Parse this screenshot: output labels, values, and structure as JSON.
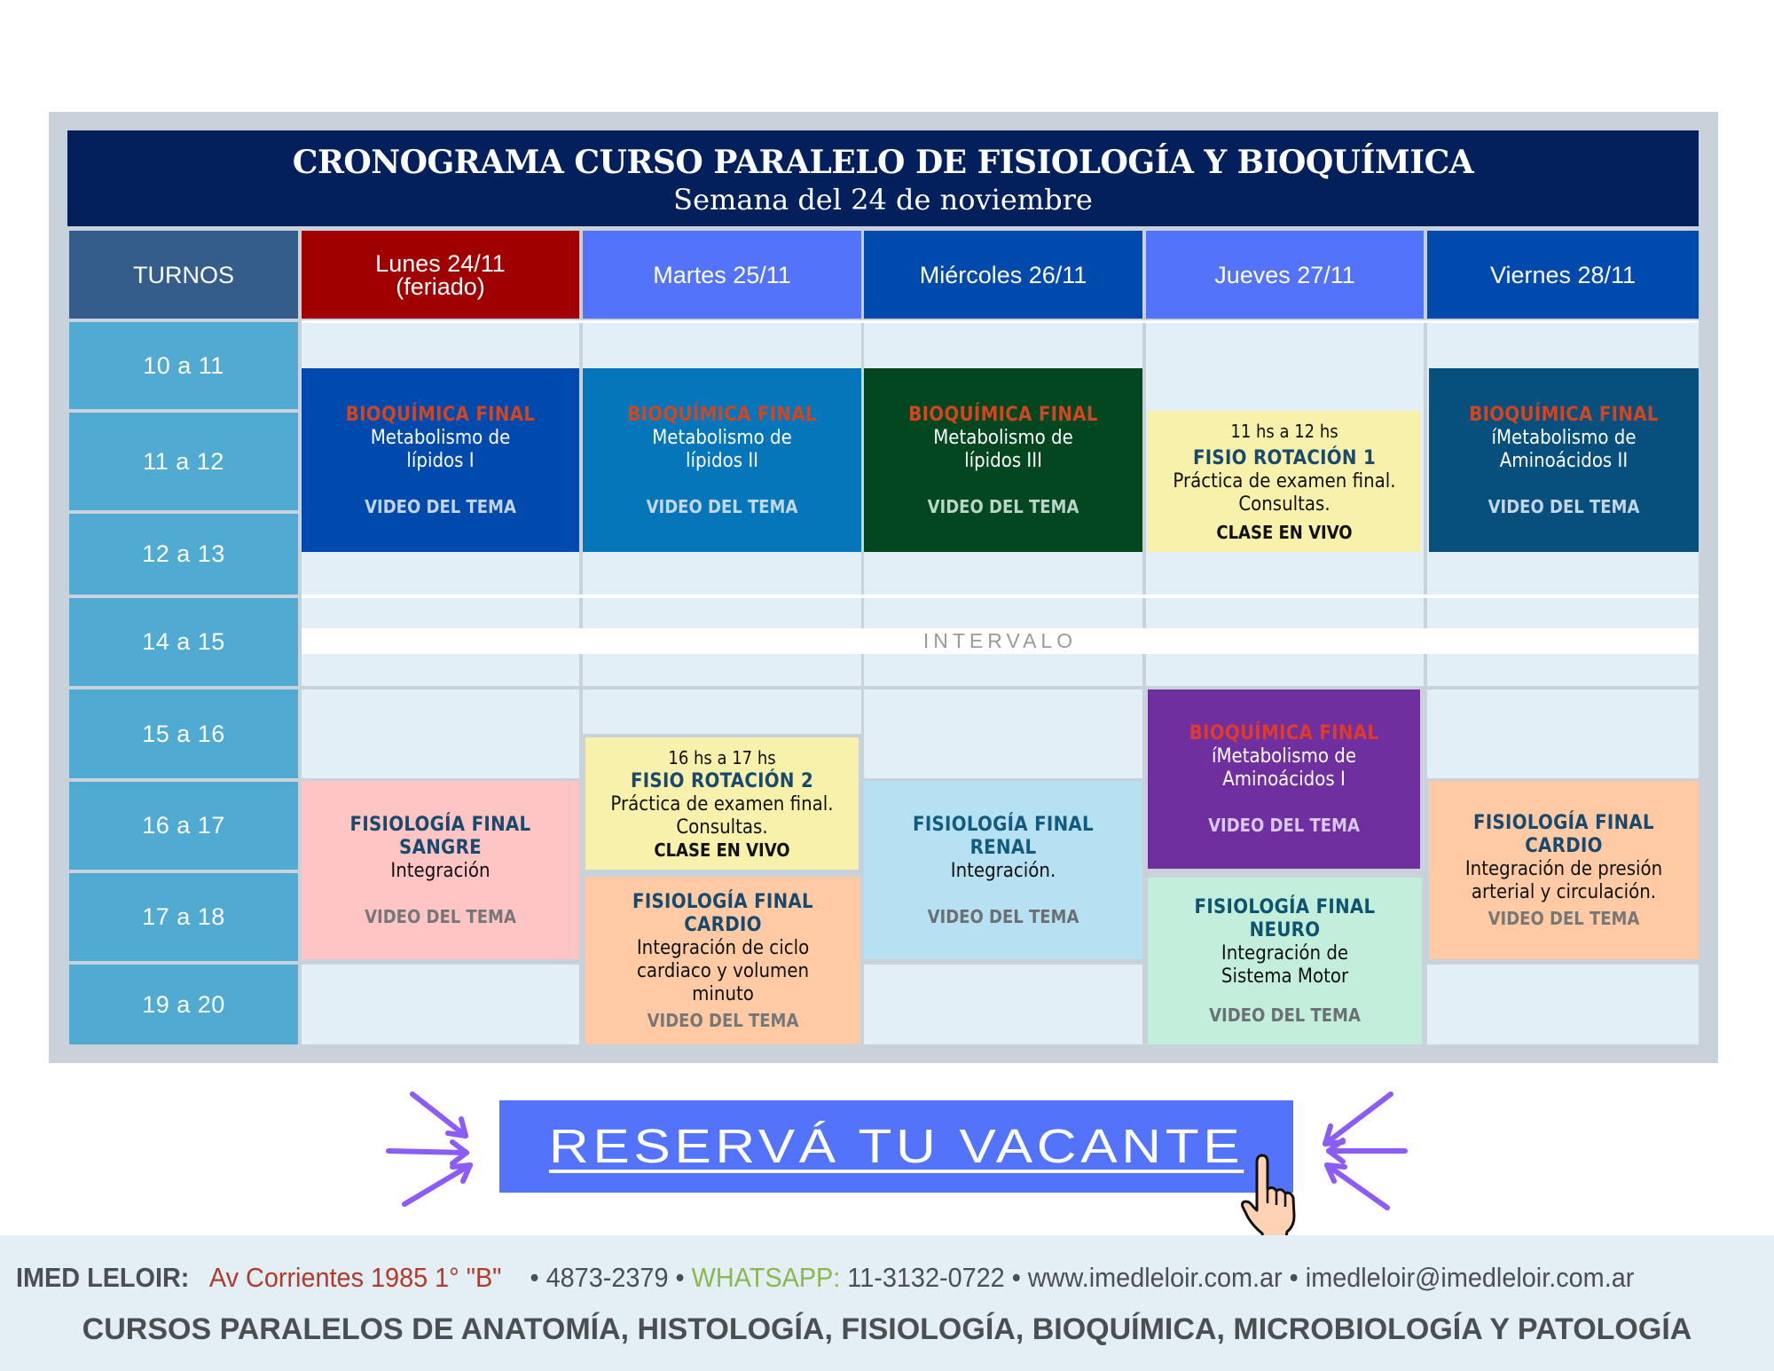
{
  "header": {
    "title": "CRONOGRAMA CURSO PARALELO DE FISIOLOGÍA Y BIOQUÍMICA",
    "subtitle": "Semana del 24 de noviembre"
  },
  "columns": {
    "turnos": "TURNOS",
    "days": [
      {
        "line1": "Lunes 24/11",
        "line2": "(feriado)",
        "color": "#a10000"
      },
      {
        "line1": "Martes 25/11",
        "line2": "",
        "color": "#5473fb"
      },
      {
        "line1": "Miércoles 26/11",
        "line2": "",
        "color": "#004aad"
      },
      {
        "line1": "Jueves 27/11",
        "line2": "",
        "color": "#5473fb"
      },
      {
        "line1": "Viernes 28/11",
        "line2": "",
        "color": "#004aad"
      }
    ]
  },
  "turnos": [
    "10 a 11",
    "11 a 12",
    "12 a 13",
    "14 a 15",
    "15 a 16",
    "16 a 17",
    "17 a 18",
    "19 a 20"
  ],
  "intervalo": "INTERVALO",
  "blocks": {
    "lun_am": {
      "title": "BIOQUÍMICA FINAL",
      "sub1": "Metabolismo de",
      "sub2": "lípidos I",
      "video": "VIDEO DEL TEMA",
      "color": "#004aad"
    },
    "mar_am": {
      "title": "BIOQUÍMICA FINAL",
      "sub1": "Metabolismo de",
      "sub2": "lípidos II",
      "video": "VIDEO DEL TEMA",
      "color": "#0476b9"
    },
    "mie_am": {
      "title": "BIOQUÍMICA FINAL",
      "sub1": "Metabolismo de",
      "sub2": "lípidos III",
      "video": "VIDEO DEL TEMA",
      "color": "#034720"
    },
    "jue_am": {
      "time": "11 hs a 12 hs",
      "title": "FISIO ROTACIÓN 1",
      "sub1": "Práctica de examen final.",
      "sub2": "Consultas.",
      "live": "CLASE EN VIVO",
      "color": "#f8f1ab"
    },
    "vie_am": {
      "title": "BIOQUÍMICA FINAL",
      "sub1": "íMetabolismo de",
      "sub2": "Aminoácidos II",
      "video": "VIDEO DEL TEMA",
      "color": "#074f7c"
    },
    "lun_pm": {
      "title": "FISIOLOGÍA FINAL",
      "title2": "SANGRE",
      "sub1": "Integración",
      "video": "VIDEO DEL TEMA",
      "color": "#ffc4c4"
    },
    "mar_pm1": {
      "time": "16 hs a 17 hs",
      "title": "FISIO ROTACIÓN 2",
      "sub1": "Práctica de examen final.",
      "sub2": "Consultas.",
      "live": "CLASE EN VIVO",
      "color": "#f8f1ab"
    },
    "mar_pm2": {
      "title": "FISIOLOGÍA FINAL",
      "title2": "CARDIO",
      "sub1": "Integración de ciclo",
      "sub2": "cardiaco y volumen",
      "sub3": "minuto",
      "video": "VIDEO DEL TEMA",
      "color": "#ffcaa4"
    },
    "mie_pm": {
      "title": "FISIOLOGÍA FINAL",
      "title2": "RENAL",
      "sub1": "Integración.",
      "video": "VIDEO DEL TEMA",
      "color": "#b5e1f2"
    },
    "jue_pm1": {
      "title": "BIOQUÍMICA FINAL",
      "sub1": "íMetabolismo de",
      "sub2": "Aminoácidos I",
      "video": "VIDEO DEL TEMA",
      "color": "#6f2f9f"
    },
    "jue_pm2": {
      "title": "FISIOLOGÍA FINAL",
      "title2": "NEURO",
      "sub1": "Integración de",
      "sub2": "Sistema Motor",
      "video": "VIDEO DEL TEMA",
      "color": "#c3eedc"
    },
    "vie_pm": {
      "title": "FISIOLOGÍA FINAL",
      "title2": "CARDIO",
      "sub1": "Integración de presión",
      "sub2": "arterial y circulación.",
      "video": "VIDEO DEL TEMA",
      "color": "#ffcaa4"
    }
  },
  "cta": {
    "label": "RESERVÁ TU VACANTE",
    "color": "#5473fb",
    "arrow_color": "#8b5cf6"
  },
  "footer": {
    "brand": "IMED LELOIR:",
    "address": "Av Corrientes 1985 1° \"B\"",
    "sep": "•",
    "phone": "4873-2379",
    "whatsapp_label": "WHATSAPP:",
    "whatsapp": "11-3132-0722",
    "website": "www.imedleloir.com.ar",
    "email": "imedleloir@imedleloir.com.ar",
    "courses": "CURSOS PARALELOS DE ANATOMÍA, HISTOLOGÍA, FISIOLOGÍA, BIOQUÍMICA, MICROBIOLOGÍA Y PATOLOGÍA"
  }
}
